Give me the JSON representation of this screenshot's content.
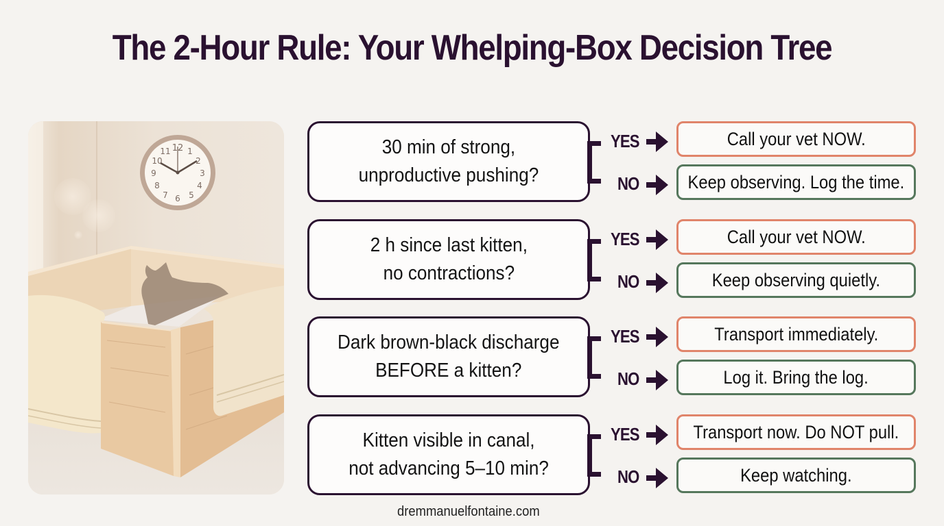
{
  "title": "The 2-Hour Rule: Your Whelping-Box Decision Tree",
  "illustration": {
    "description": "Wooden whelping box with towels draped over sides, cat silhouette inside, wall clock above",
    "clock_time": "10:10"
  },
  "labels": {
    "yes": "YES",
    "no": "NO"
  },
  "colors": {
    "title": "#2a1130",
    "question_border": "#2a1130",
    "yes_border": "#e0846a",
    "no_border": "#55775c",
    "background": "#f5f3f0"
  },
  "rows": [
    {
      "question_line1": "30 min of strong,",
      "question_line2": "unproductive pushing?",
      "yes_action": "Call your vet NOW.",
      "no_action": "Keep observing. Log the time."
    },
    {
      "question_line1": "2 h since last kitten,",
      "question_line2": "no contractions?",
      "yes_action": "Call your vet NOW.",
      "no_action": "Keep observing quietly."
    },
    {
      "question_line1": "Dark brown-black discharge",
      "question_line2": "BEFORE a kitten?",
      "yes_action": "Transport immediately.",
      "no_action": "Log it. Bring the log."
    },
    {
      "question_line1": "Kitten visible in canal,",
      "question_line2": "not advancing 5–10 min?",
      "yes_action": "Transport now. Do NOT pull.",
      "no_action": "Keep watching."
    }
  ],
  "footer": "dremmanuelfontaine.com"
}
